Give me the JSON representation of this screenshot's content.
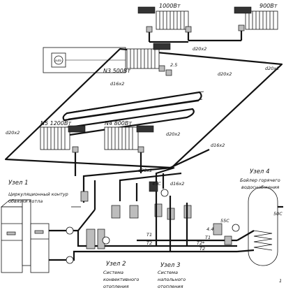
{
  "radiators": {
    "top_left": "1000Вт",
    "top_right": "900Вт",
    "n3": "N3 500Вт",
    "n5": "N5 1200Вт",
    "n4": "N4 800Вт"
  },
  "pipes": {
    "d20_top": "d20x2",
    "d20_right": "d20x2",
    "d20_mid": "d20x2",
    "d16_top": "d16x2",
    "d20_left": "d20x2",
    "d20_center": "d20x2",
    "d16_right": "d16x2",
    "d20_low": "d20x2",
    "d16_riser": "d16x2"
  },
  "values": {
    "kv": "2.5",
    "t45": "45С",
    "t55": "55С",
    "kv44": "4.4",
    "t50": "50С"
  },
  "flow_labels": {
    "t1a": "T1",
    "t2a": "T2",
    "t1b": "T1",
    "t2b": "T2*",
    "t2c": "T2"
  },
  "nodes": {
    "n1_title": "Узел 1",
    "n1_line1": "Циркуляционный контур",
    "n1_line2": "обвязки котла",
    "n2_title": "Узел 2",
    "n2_line1": "Система",
    "n2_line2": "конвективного",
    "n2_line3": "отопления",
    "n3_title": "Узел 3",
    "n3_line1": "Система",
    "n3_line2": "напольного",
    "n3_line3": "отопления",
    "n4_title": "Узел 4",
    "n4_line1": "Бойлер горячего",
    "n4_line2": "водоснабжения"
  },
  "controller": {
    "label": "auto"
  },
  "page_number": "1"
}
